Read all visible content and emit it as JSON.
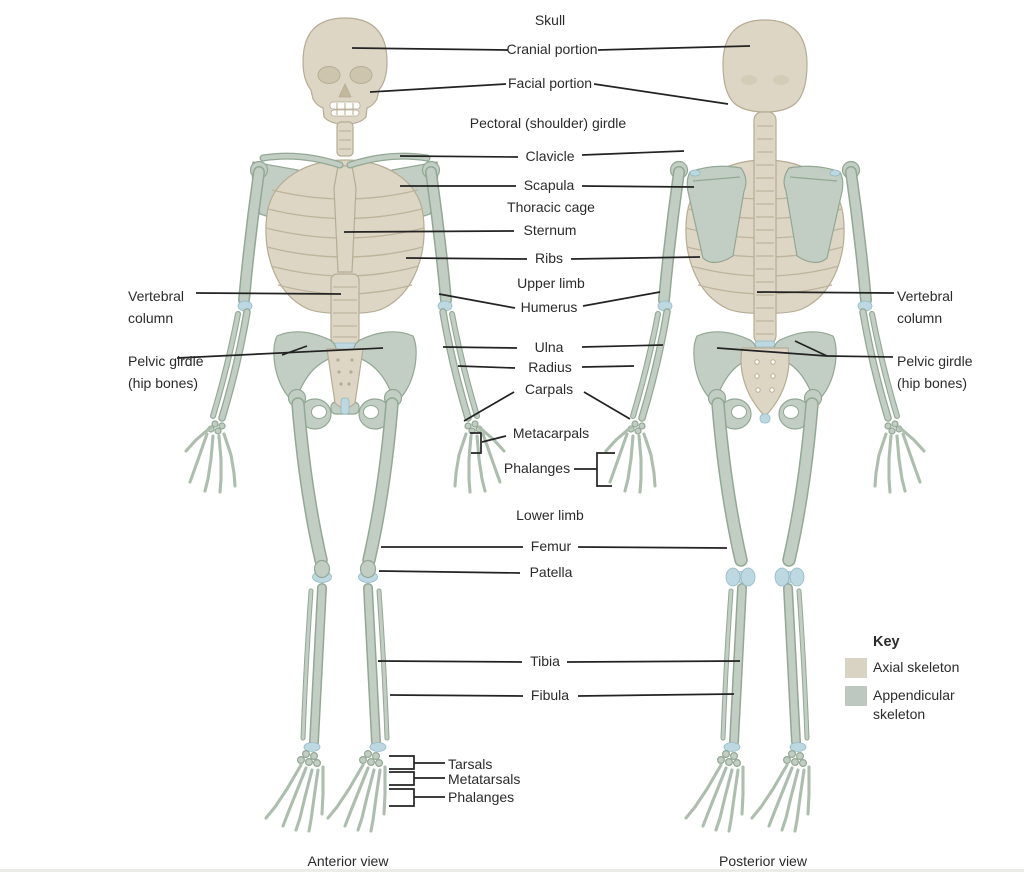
{
  "labels": {
    "skull": "Skull",
    "cranial_portion": "Cranial portion",
    "facial_portion": "Facial portion",
    "pectoral_girdle": "Pectoral (shoulder) girdle",
    "clavicle": "Clavicle",
    "scapula": "Scapula",
    "thoracic_cage": "Thoracic cage",
    "sternum": "Sternum",
    "ribs": "Ribs",
    "upper_limb": "Upper limb",
    "humerus": "Humerus",
    "vertebral_column": "Vertebral column",
    "ulna": "Ulna",
    "radius": "Radius",
    "pelvic_girdle": "Pelvic girdle (hip bones)",
    "carpals": "Carpals",
    "metacarpals": "Metacarpals",
    "phalanges_hand": "Phalanges",
    "lower_limb": "Lower limb",
    "femur": "Femur",
    "patella": "Patella",
    "tibia": "Tibia",
    "fibula": "Fibula",
    "tarsals": "Tarsals",
    "metatarsals": "Metatarsals",
    "phalanges_foot": "Phalanges"
  },
  "key": {
    "title": "Key",
    "items": [
      {
        "label": "Axial skeleton",
        "color": "#d9d3c3"
      },
      {
        "label": "Appendicular skeleton",
        "color": "#bcc8c0"
      }
    ]
  },
  "views": {
    "anterior": "Anterior view",
    "posterior": "Posterior view"
  },
  "colors": {
    "axial": "#ddd6c4",
    "appendicular": "#c2cec3",
    "cartilage": "#bdd8e1",
    "leader_line": "#232323"
  }
}
